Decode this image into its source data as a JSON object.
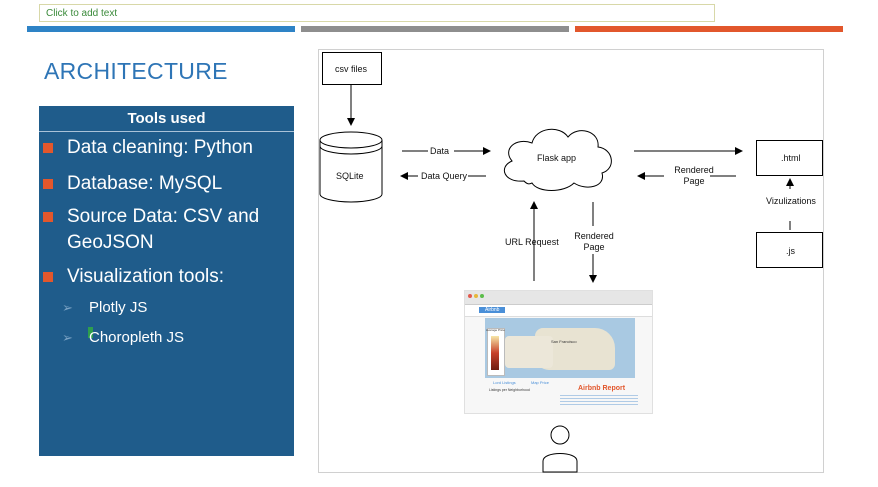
{
  "slide": {
    "placeholder": "Click to add text",
    "title": "ARCHITECTURE",
    "colors": {
      "stripe_blue": "#2e83c6",
      "stripe_gray": "#8e8e8e",
      "stripe_orange": "#e2572c",
      "panel": "#1f5c8b"
    }
  },
  "tools": {
    "header": "Tools used",
    "items": [
      "Data cleaning: Python",
      "Database: MySQL",
      "Source Data: CSV and GeoJSON",
      "Visualization tools:"
    ],
    "subitems": [
      "Plotly JS",
      "Choropleth JS"
    ]
  },
  "diagram": {
    "csv_files": "csv files",
    "sqlite": "SQLite",
    "flask_app": "Flask app",
    "html": ".html",
    "js": ".js",
    "data": "Data",
    "data_query": "Data Query",
    "rendered_page": "Rendered Page",
    "rendered_page_2": "Rendered Page",
    "url_request": "URL Request",
    "vizulizations": "Vizulizations"
  },
  "screenshot": {
    "brand": "Airbnb",
    "map_label": "San Francisco",
    "legend_title": "Average Price",
    "tab1": "Lord Listings",
    "tab2": "Map Price",
    "report_title": "Airbnb Report",
    "listing_caption": "Listings per Neighborhood"
  }
}
